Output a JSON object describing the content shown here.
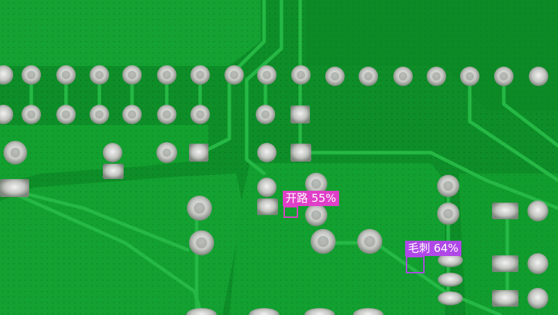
{
  "colors": {
    "board": "#0f9a2c",
    "board_dark": "#087420",
    "trace": "#1fb23c",
    "pad": "#c9c9c9",
    "pad_hole": "#8a8f89",
    "open_circuit": "#e040c8",
    "spur": "#b048e8"
  },
  "detections": [
    {
      "label": "开路 55%",
      "class": "open_circuit"
    },
    {
      "label": "毛刺 64%",
      "class": "spur"
    }
  ]
}
